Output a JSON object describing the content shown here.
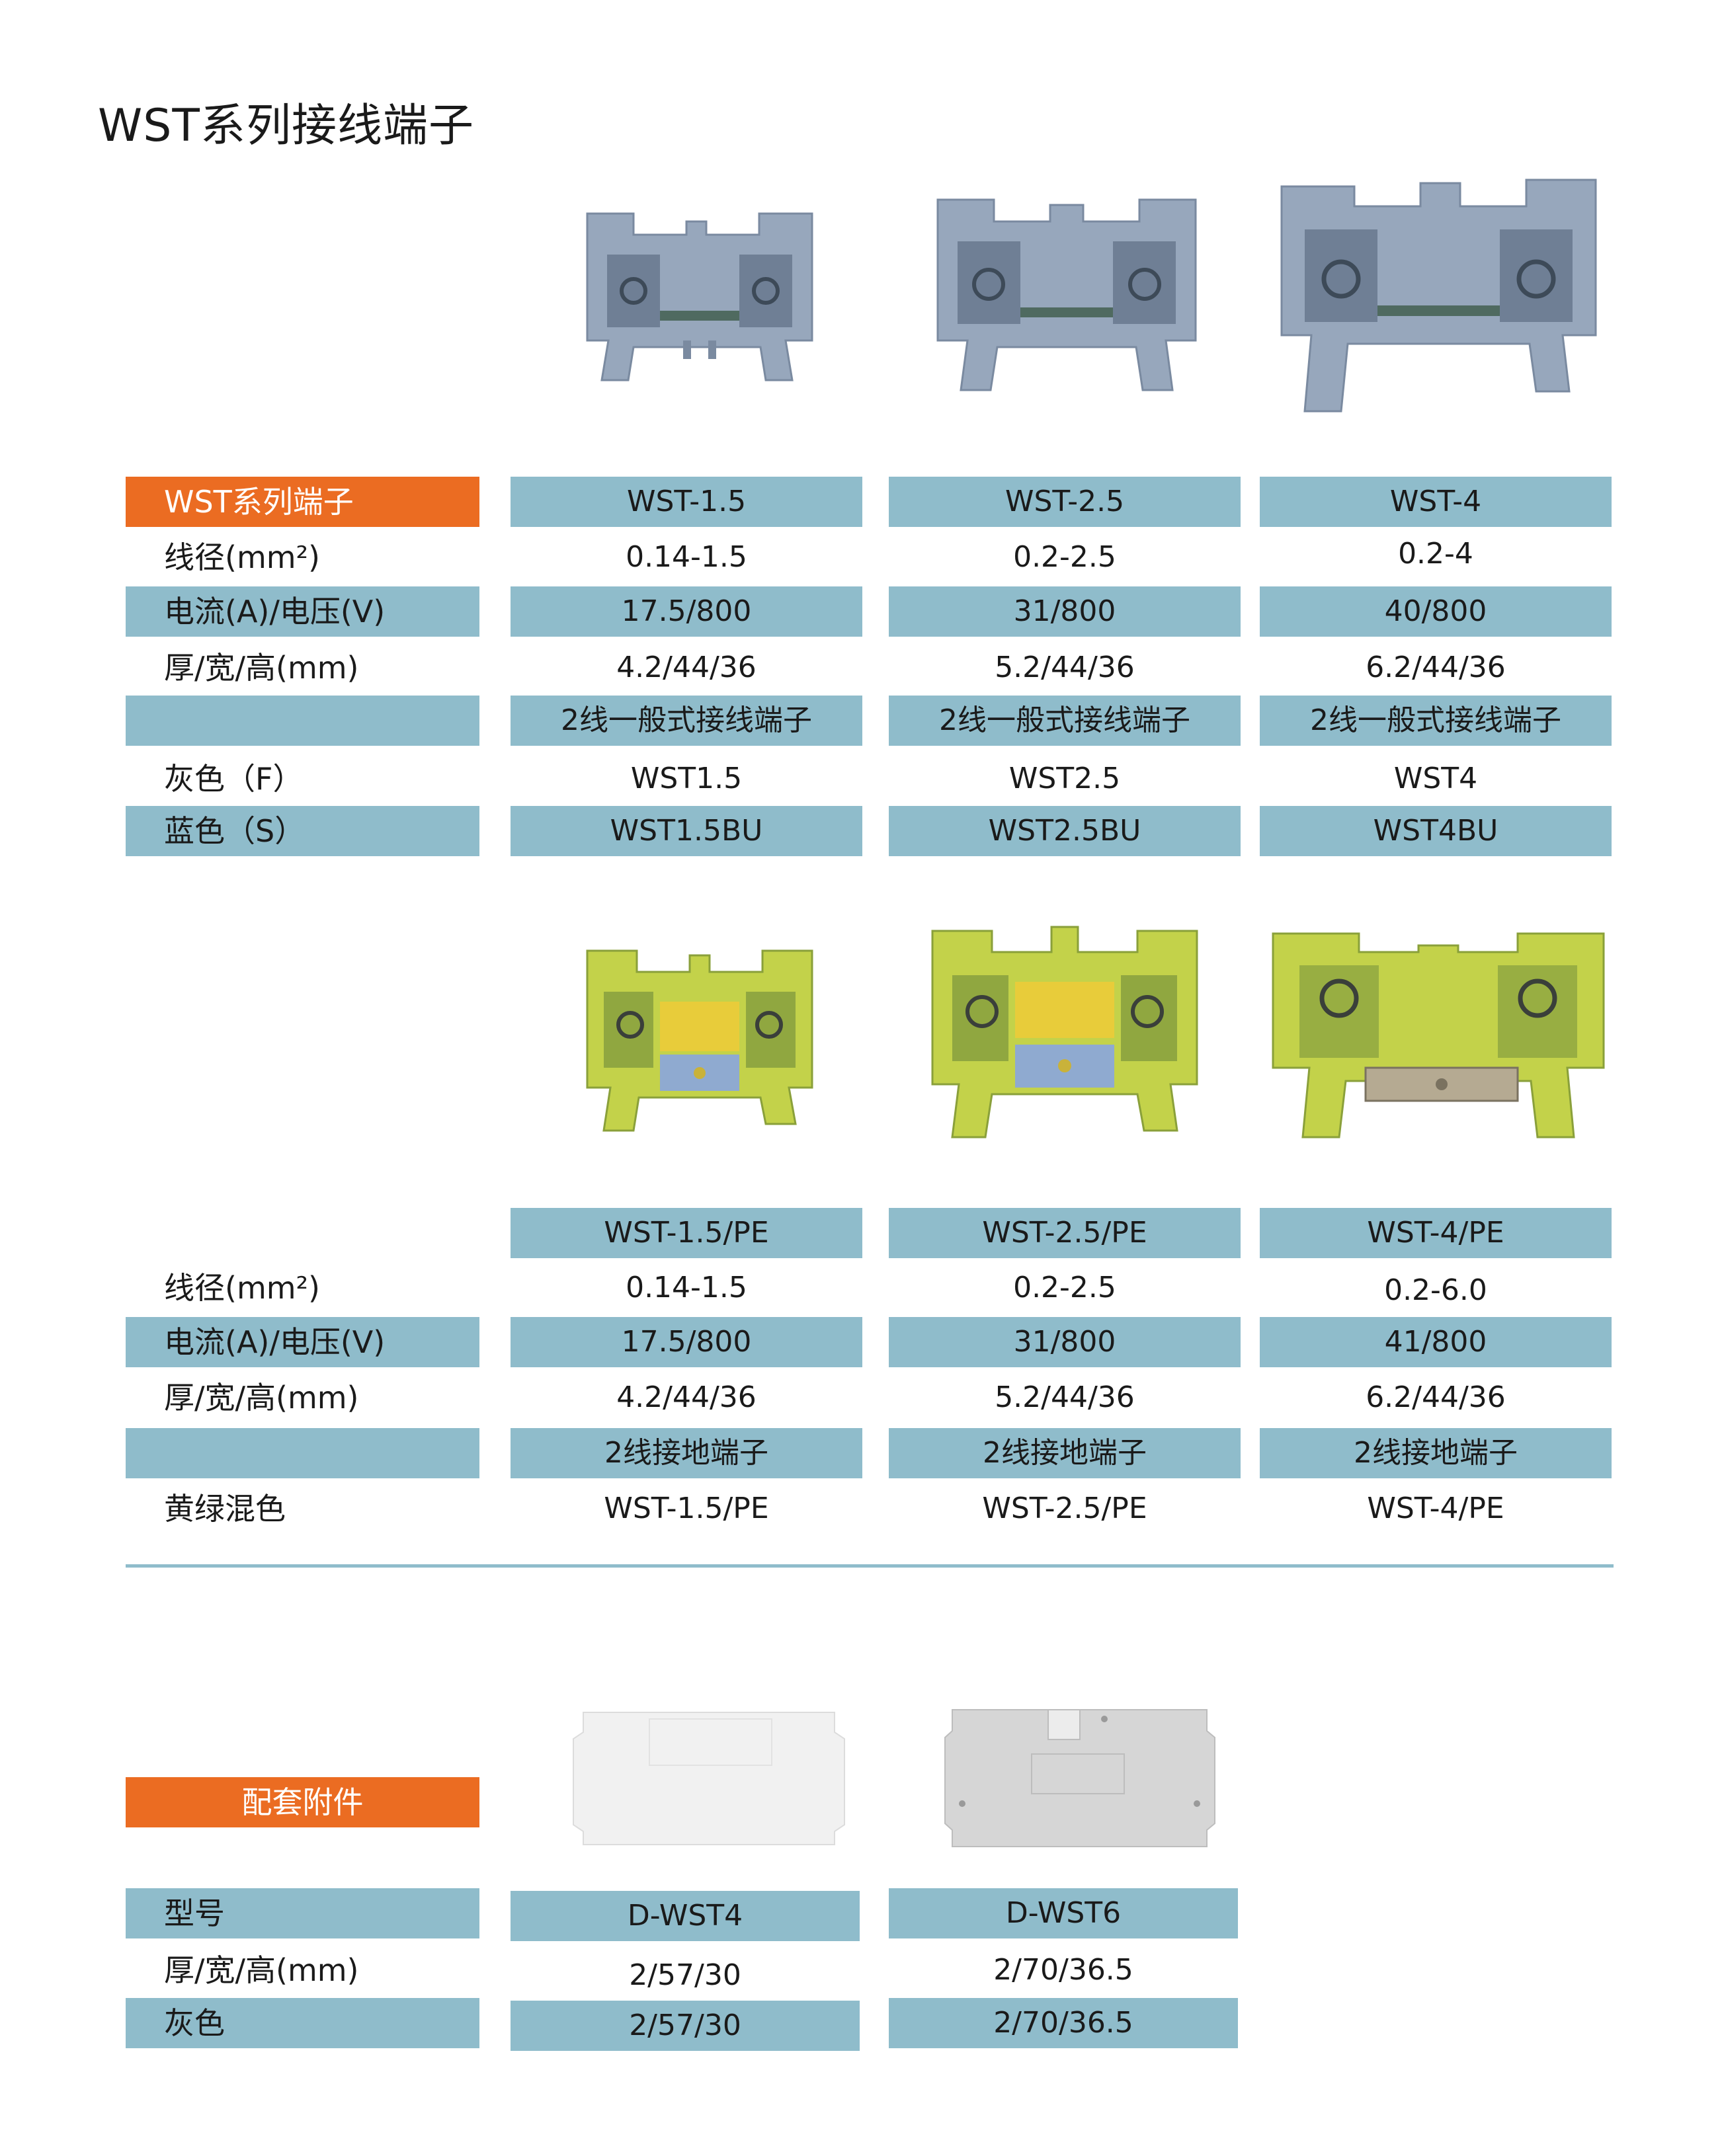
{
  "title": "WST系列接线端子",
  "section1": {
    "header_label": "WST系列端子",
    "columns": [
      "WST-1.5",
      "WST-2.5",
      "WST-4"
    ],
    "rows": [
      {
        "label": "线径(mm²)",
        "values": [
          "0.14-1.5",
          "0.2-2.5",
          "0.2-4"
        ]
      },
      {
        "label": "电流(A)/电压(V)",
        "values": [
          "17.5/800",
          "31/800",
          "40/800"
        ]
      },
      {
        "label": "厚/宽/高(mm)",
        "values": [
          "4.2/44/36",
          "5.2/44/36",
          "6.2/44/36"
        ]
      },
      {
        "label": "",
        "values": [
          "2线一般式接线端子",
          "2线一般式接线端子",
          "2线一般式接线端子"
        ]
      },
      {
        "label": "灰色（F）",
        "values": [
          "WST1.5",
          "WST2.5",
          "WST4"
        ]
      },
      {
        "label": "蓝色（S）",
        "values": [
          "WST1.5BU",
          "WST2.5BU",
          "WST4BU"
        ]
      }
    ]
  },
  "section2": {
    "columns": [
      "WST-1.5/PE",
      "WST-2.5/PE",
      "WST-4/PE"
    ],
    "rows": [
      {
        "label": "线径(mm²)",
        "values": [
          "0.14-1.5",
          "0.2-2.5",
          "0.2-6.0"
        ]
      },
      {
        "label": "电流(A)/电压(V)",
        "values": [
          "17.5/800",
          "31/800",
          "41/800"
        ]
      },
      {
        "label": "厚/宽/高(mm)",
        "values": [
          "4.2/44/36",
          "5.2/44/36",
          "6.2/44/36"
        ]
      },
      {
        "label": "",
        "values": [
          "2线接地端子",
          "2线接地端子",
          "2线接地端子"
        ]
      },
      {
        "label": "黄绿混色",
        "values": [
          "WST-1.5/PE",
          "WST-2.5/PE",
          "WST-4/PE"
        ]
      }
    ]
  },
  "accessories": {
    "header_label": "配套附件",
    "rows": [
      {
        "label": "型号",
        "values": [
          "D-WST4",
          "D-WST6"
        ]
      },
      {
        "label": "厚/宽/高(mm)",
        "values": [
          "2/57/30",
          "2/70/36.5"
        ]
      },
      {
        "label": "灰色",
        "values": [
          "2/57/30",
          "2/70/36.5"
        ]
      }
    ]
  },
  "colors": {
    "band_blue": "#8fbccb",
    "header_orange": "#eb6c22",
    "terminal_grey": "#97a7bc",
    "terminal_yellow_green": "#c3d24a",
    "cover_grey": "#d6d6d6"
  },
  "images": [
    "grey-terminal-wst-1.5",
    "grey-terminal-wst-2.5",
    "grey-terminal-wst-4",
    "yellow-green-terminal-wst-1.5-pe",
    "yellow-green-terminal-wst-2.5-pe",
    "yellow-green-terminal-wst-4-pe",
    "end-cover-d-wst4",
    "end-cover-d-wst6"
  ]
}
